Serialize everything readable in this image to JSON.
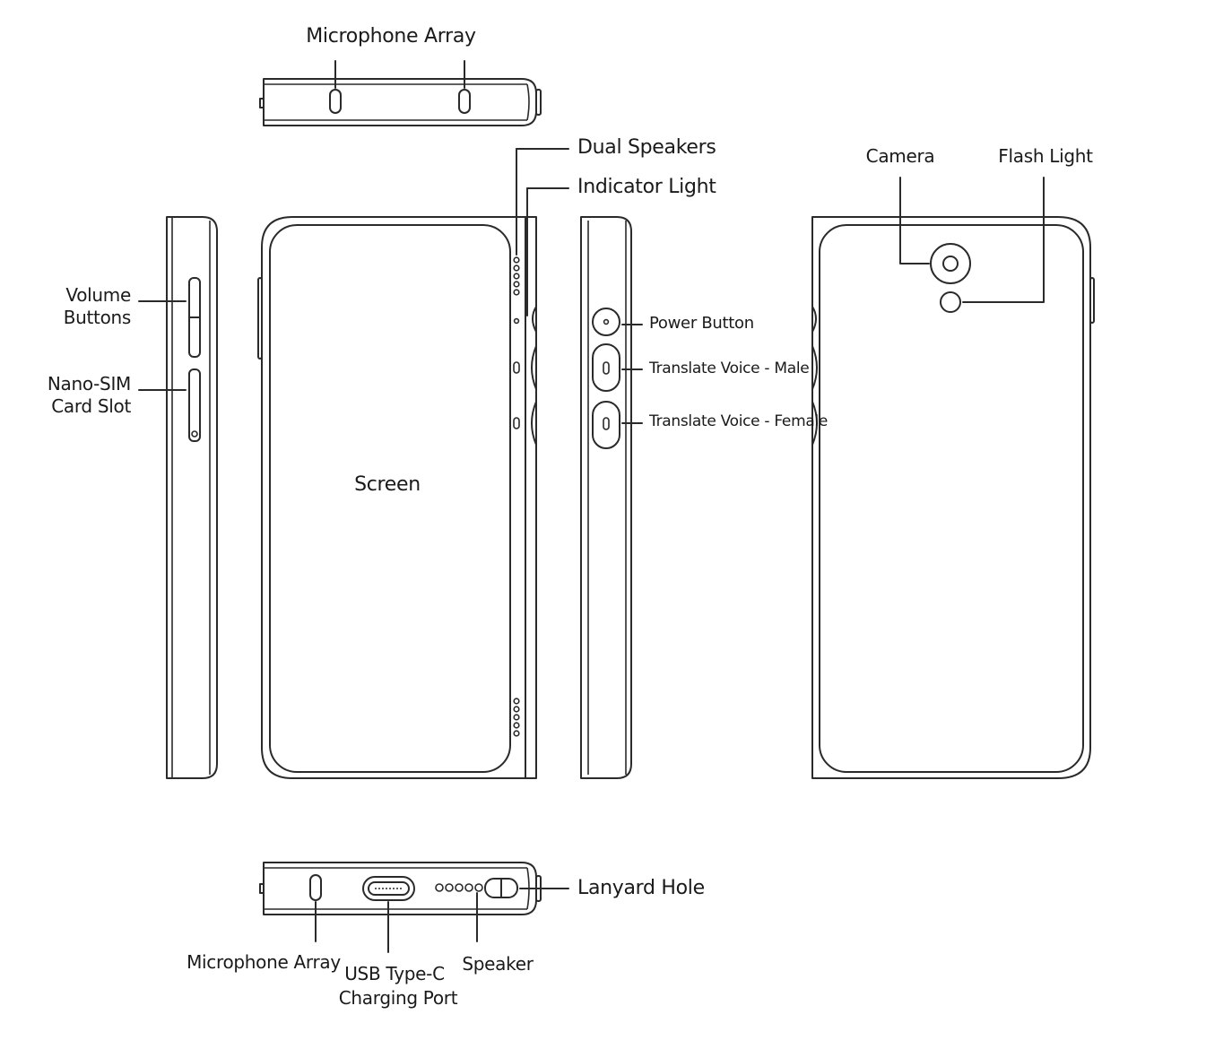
{
  "labels": {
    "top_microphone_array": "Microphone Array",
    "dual_speakers": "Dual Speakers",
    "indicator_light": "Indicator Light",
    "volume_buttons_line1": "Volume",
    "volume_buttons_line2": "Buttons",
    "nano_sim_line1": "Nano-SIM",
    "nano_sim_line2": "Card Slot",
    "screen": "Screen",
    "power_button": "Power Button",
    "translate_male": "Translate Voice - Male",
    "translate_female": "Translate Voice - Female",
    "camera": "Camera",
    "flash_light": "Flash Light",
    "lanyard_hole": "Lanyard Hole",
    "bottom_microphone_array": "Microphone Array",
    "usb_line1": "USB Type-C",
    "usb_line2": "Charging Port",
    "speaker": "Speaker"
  }
}
